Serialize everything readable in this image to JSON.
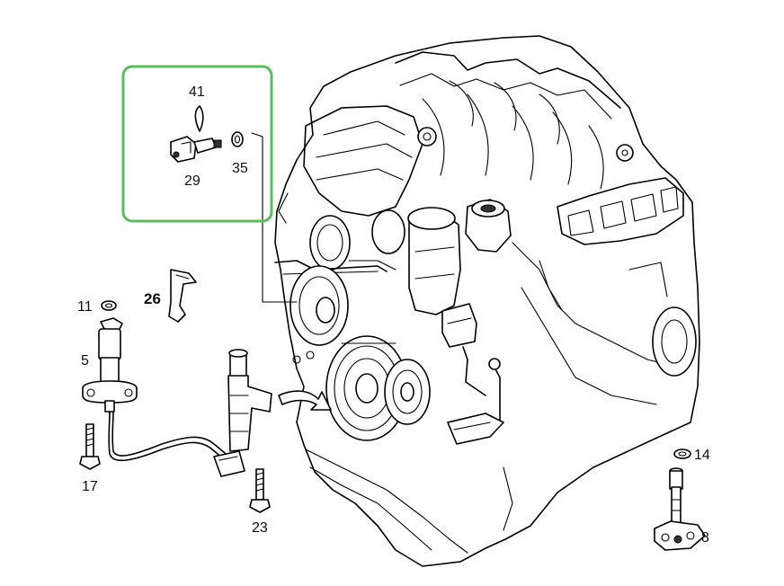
{
  "labels": {
    "p41": "41",
    "p29": "29",
    "p35": "35",
    "p11": "11",
    "p26": "26",
    "p5": "5",
    "p17": "17",
    "p23": "23",
    "p14": "14",
    "p8": "8"
  },
  "highlight_color": "#5cbd5c",
  "line_color": "#000000"
}
